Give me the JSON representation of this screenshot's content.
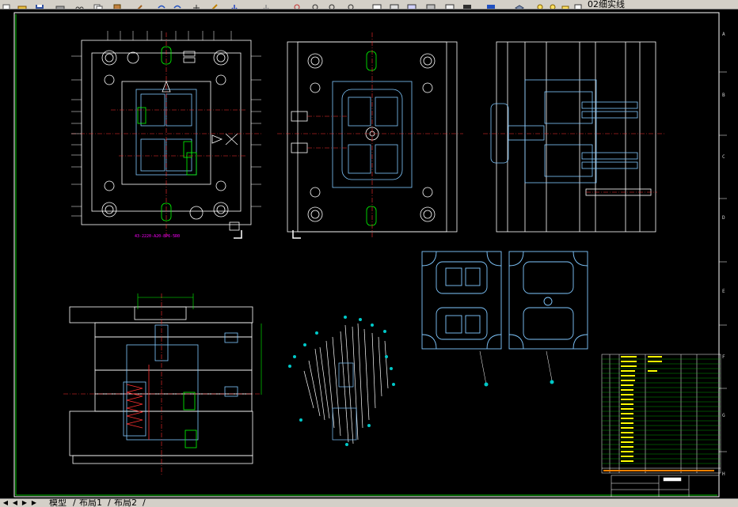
{
  "toolbar": {
    "layer_label": "02细实线"
  },
  "drawing": {
    "part_number_text": "43-2220-A20-8P6-5R0",
    "border_rows": [
      "A",
      "B",
      "C",
      "D",
      "E",
      "F",
      "G",
      "H"
    ]
  },
  "layout_tabs": [
    {
      "label": "模型"
    },
    {
      "label": "布局1"
    },
    {
      "label": "布局2"
    }
  ],
  "colors": {
    "background": "#000000",
    "outline": "#ffffff",
    "centerline": "#ff3030",
    "dimension": "#00ff00",
    "component": "#80c8ff",
    "annotation": "#ff00ff",
    "highlight": "#ffff00"
  }
}
